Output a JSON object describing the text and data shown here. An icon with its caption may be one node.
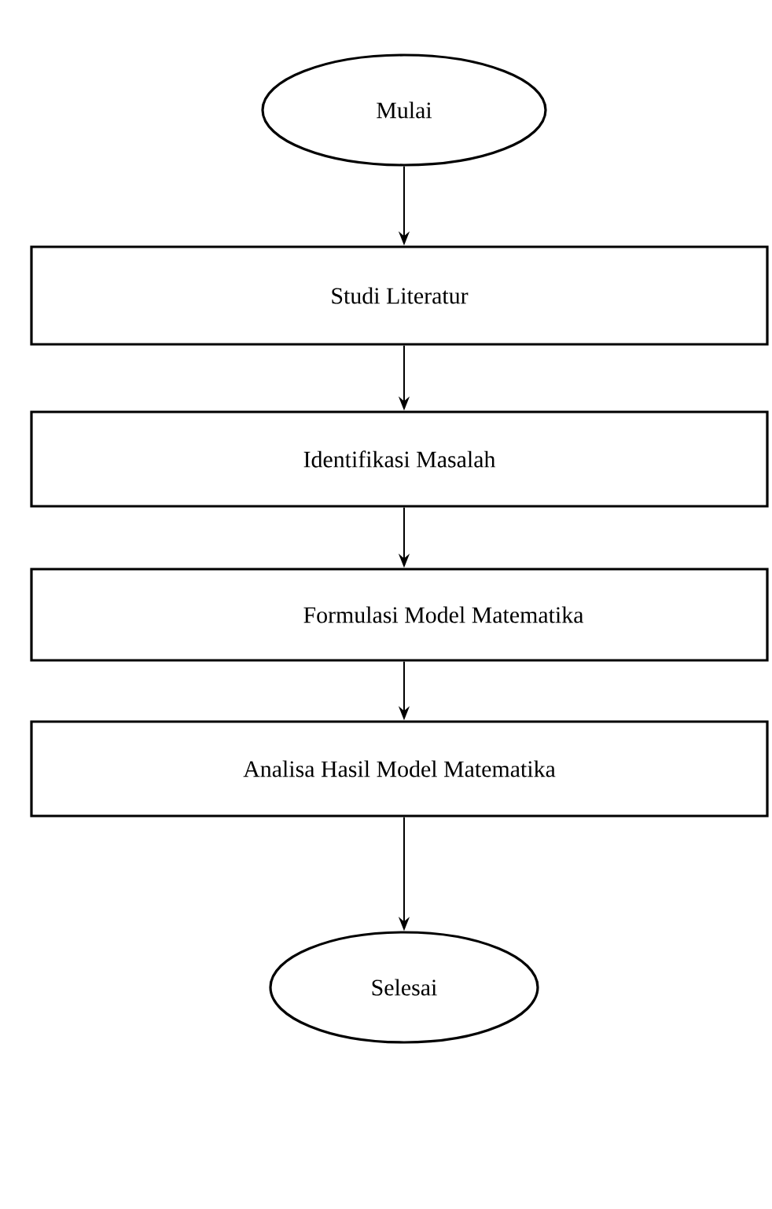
{
  "diagram": {
    "nodes": [
      {
        "text": [
          "Mulai"
        ]
      },
      {
        "text": [
          "Studi Literatur"
        ]
      },
      {
        "text": [
          "Identifikasi Masalah"
        ]
      },
      {
        "text": [
          "Formulasi Model Matematika"
        ]
      },
      {
        "text": [
          "Analisa Hasil Model Matematika"
        ]
      },
      {
        "text": [
          "Selesai"
        ]
      }
    ],
    "edges": [
      {
        "from": 0,
        "to": 1,
        "arrow": "to"
      },
      {
        "from": 1,
        "to": 2,
        "arrow": "to"
      },
      {
        "from": 2,
        "to": 3,
        "arrow": "to"
      },
      {
        "from": 3,
        "to": 4,
        "arrow": "to"
      },
      {
        "from": 4,
        "to": 5,
        "arrow": "to"
      }
    ]
  }
}
